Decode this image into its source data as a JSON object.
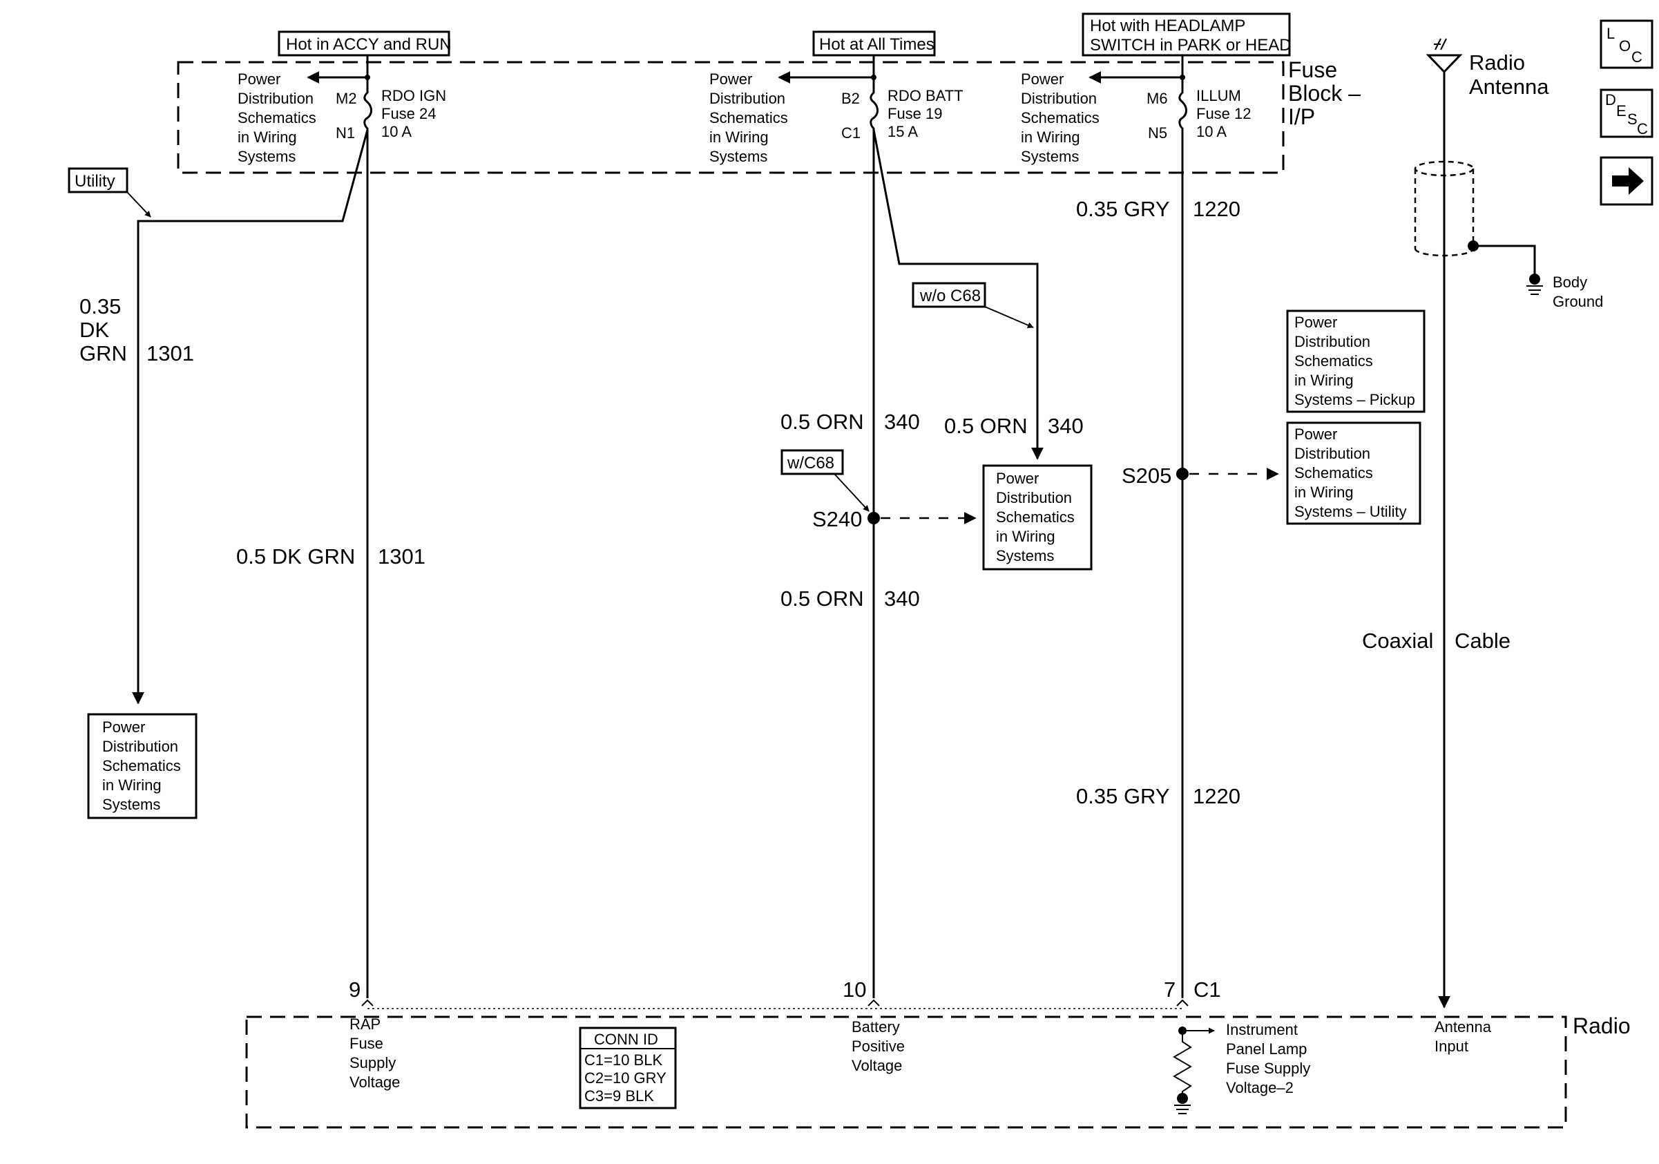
{
  "top_labels": {
    "accy_run": "Hot in ACCY and RUN",
    "all_times": "Hot at All Times",
    "headlamp_1": "Hot with HEADLAMP",
    "headlamp_2": "SWITCH in PARK or HEAD"
  },
  "pds_lines": [
    "Power",
    "Distribution",
    "Schematics",
    "in Wiring",
    "Systems"
  ],
  "pds_pickup_lines": [
    "Power",
    "Distribution",
    "Schematics",
    "in Wiring",
    "Systems – Pickup"
  ],
  "pds_utility_lines": [
    "Power",
    "Distribution",
    "Schematics",
    "in Wiring",
    "Systems – Utility"
  ],
  "fuse_block": [
    "Fuse",
    "Block –",
    "I/P"
  ],
  "fuses": {
    "rdo_ign": {
      "name": "RDO IGN",
      "fuse": "Fuse 24",
      "amps": "10 A",
      "in_pin": "M2",
      "out_pin": "N1"
    },
    "rdo_batt": {
      "name": "RDO BATT",
      "fuse": "Fuse 19",
      "amps": "15 A",
      "in_pin": "B2",
      "out_pin": "C1"
    },
    "illum": {
      "name": "ILLUM",
      "fuse": "Fuse 12",
      "amps": "10 A",
      "in_pin": "M6",
      "out_pin": "N5"
    }
  },
  "options": {
    "utility": "Utility",
    "wo_c68": "w/o C68",
    "w_c68": "w/C68"
  },
  "wires": {
    "left_size_1": "0.35",
    "left_size_2": "DK",
    "left_size_3": "GRN",
    "left_circuit": "1301",
    "ign_color": "0.5 DK GRN",
    "ign_circuit": "1301",
    "batt_upper_color": "0.5 ORN",
    "batt_upper_circuit": "340",
    "batt_lower_color": "0.5 ORN",
    "batt_lower_circuit": "340",
    "branch_color": "0.5 ORN",
    "branch_circuit": "340",
    "illum_upper_color": "0.35 GRY",
    "illum_upper_circuit": "1220",
    "illum_lower_color": "0.35 GRY",
    "illum_lower_circuit": "1220",
    "coax_1": "Coaxial",
    "coax_2": "Cable"
  },
  "splices": {
    "s240": "S240",
    "s205": "S205"
  },
  "antenna": {
    "line1": "Radio",
    "line2": "Antenna",
    "ground_1": "Body",
    "ground_2": "Ground"
  },
  "nav_icons": {
    "loc": [
      "L",
      "O",
      "C"
    ],
    "desc": [
      "D",
      "E",
      "S",
      "C"
    ]
  },
  "radio": {
    "title": "Radio",
    "pin_9": "9",
    "pin_10": "10",
    "pin_7": "7",
    "connector": "C1",
    "rap_lines": [
      "RAP",
      "Fuse",
      "Supply",
      "Voltage"
    ],
    "batt_lines": [
      "Battery",
      "Positive",
      "Voltage"
    ],
    "ip_lines": [
      "Instrument",
      "Panel Lamp",
      "Fuse Supply",
      "Voltage–2"
    ],
    "ant_lines": [
      "Antenna",
      "Input"
    ],
    "conn_id_title": "CONN ID",
    "conn_id_lines": [
      "C1=10 BLK",
      "C2=10 GRY",
      "C3=9 BLK"
    ]
  }
}
